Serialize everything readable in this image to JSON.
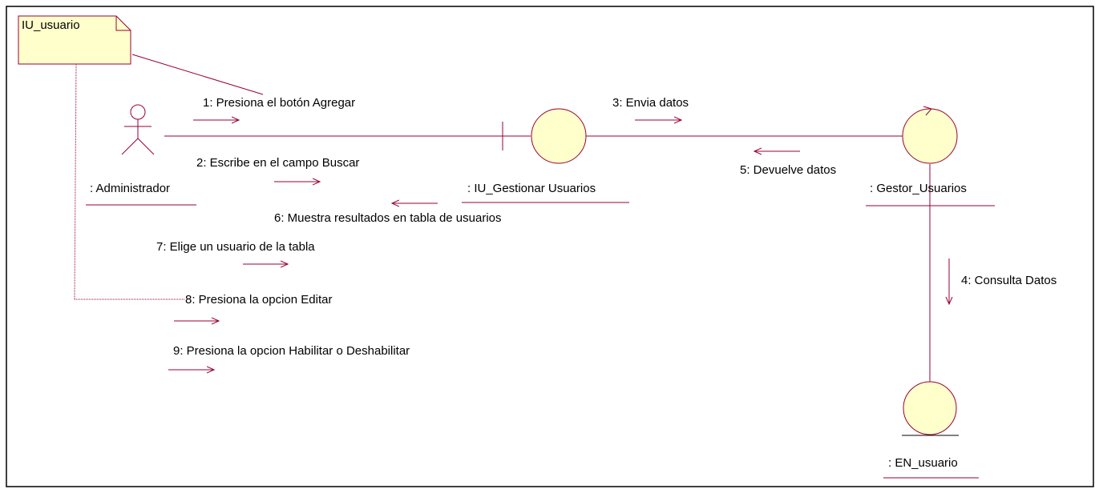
{
  "note": {
    "label": "IU_usuario"
  },
  "objects": {
    "actor": ": Administrador",
    "boundary": ": IU_Gestionar Usuarios",
    "control": ": Gestor_Usuarios",
    "entity": ": EN_usuario"
  },
  "messages": [
    "1: Presiona el botón Agregar",
    "2: Escribe en el campo Buscar",
    "3: Envia datos",
    "4: Consulta Datos",
    "5: Devuelve datos",
    "6: Muestra resultados en tabla de usuarios",
    "7: Elige un usuario de la tabla",
    "8: Presiona la opcion Editar",
    "9: Presiona la opcion Habilitar o Deshabilitar"
  ],
  "colors": {
    "line": "#990033",
    "object_fill": "#ffffcc",
    "frame": "#000000"
  }
}
